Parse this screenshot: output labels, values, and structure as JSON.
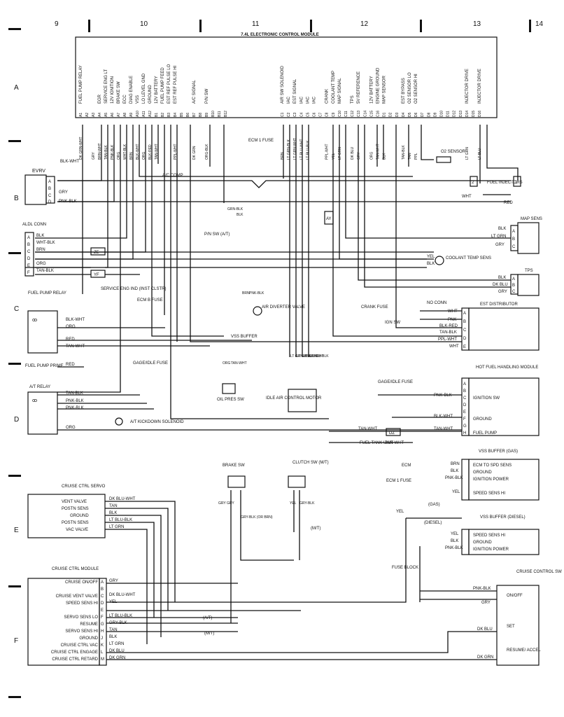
{
  "grid": {
    "columns": [
      "9",
      "10",
      "11",
      "12",
      "13",
      "14"
    ],
    "rows": [
      "A",
      "B",
      "C",
      "D",
      "E",
      "F"
    ]
  },
  "ecm": {
    "title": "7.4L ELECTRONIC CONTROL MODULE",
    "pins_left": [
      {
        "pin": "A1",
        "label": "FUEL PUMP RELAY",
        "wire": "DK GRN-WHT"
      },
      {
        "pin": "A2",
        "label": "",
        "wire": ""
      },
      {
        "pin": "A3",
        "label": "",
        "wire": "GRY"
      },
      {
        "pin": "A4",
        "label": "EGR",
        "wire": "BRN-WHT"
      },
      {
        "pin": "A5",
        "label": "SERVICE ENG LT",
        "wire": "TAN-BLK"
      },
      {
        "pin": "A6",
        "label": "12V IGNITION",
        "wire": "PNK-BLK"
      },
      {
        "pin": "A7",
        "label": "BRAKE SW",
        "wire": "ORG"
      },
      {
        "pin": "A8",
        "label": "ECC",
        "wire": "WHT-BLK"
      },
      {
        "pin": "A9",
        "label": "DIAG ENABLE",
        "wire": "BRN"
      },
      {
        "pin": "A10",
        "label": "VSS",
        "wire": "BLK-WHT"
      },
      {
        "pin": "A11",
        "label": "LO LEVEL GND",
        "wire": "ORG"
      },
      {
        "pin": "A12",
        "label": "GROUND",
        "wire": "BLK-RED"
      },
      {
        "pin": "B1",
        "label": "12V BATTERY",
        "wire": "TAN-WHT"
      },
      {
        "pin": "B2",
        "label": "FUEL PUMP FEED",
        "wire": ""
      },
      {
        "pin": "B3",
        "label": "EST REF PULSE LO",
        "wire": ""
      },
      {
        "pin": "B4",
        "label": "EST REF PULSE HI",
        "wire": "PPL-WHT"
      },
      {
        "pin": "B5",
        "label": "",
        "wire": ""
      },
      {
        "pin": "B6",
        "label": "",
        "wire": ""
      },
      {
        "pin": "B7",
        "label": "A/C SIGNAL",
        "wire": "DK GRN"
      },
      {
        "pin": "B8",
        "label": "",
        "wire": ""
      },
      {
        "pin": "B9",
        "label": "P/N SW",
        "wire": "ORG-BLK"
      },
      {
        "pin": "B10",
        "label": "",
        "wire": ""
      },
      {
        "pin": "B11",
        "label": "",
        "wire": ""
      },
      {
        "pin": "B12",
        "label": "",
        "wire": ""
      }
    ],
    "pins_right": [
      {
        "pin": "C1",
        "label": "AIR SW SOLENOID",
        "wire": "BRN"
      },
      {
        "pin": "C2",
        "label": "IAC",
        "wire": "LT GRN-BLK"
      },
      {
        "pin": "C3",
        "label": "EST SIGNAL",
        "wire": "LT GRN-WHT"
      },
      {
        "pin": "C4",
        "label": "IAC",
        "wire": "LT BLU-WHT"
      },
      {
        "pin": "C5",
        "label": "IAC",
        "wire": "LT BLU-BLK"
      },
      {
        "pin": "C6",
        "label": "IAC",
        "wire": ""
      },
      {
        "pin": "C7",
        "label": "",
        "wire": ""
      },
      {
        "pin": "C8",
        "label": "CRANK",
        "wire": "PPL-WHT"
      },
      {
        "pin": "C9",
        "label": "COOLANT TEMP",
        "wire": "YEL"
      },
      {
        "pin": "C10",
        "label": "MAP SIGNAL",
        "wire": "LT GRN"
      },
      {
        "pin": "C11",
        "label": "",
        "wire": ""
      },
      {
        "pin": "C12",
        "label": "TPS",
        "wire": "DK BLU"
      },
      {
        "pin": "C13",
        "label": "5V REFERENCE",
        "wire": "GRY"
      },
      {
        "pin": "C14",
        "label": "",
        "wire": ""
      },
      {
        "pin": "C15",
        "label": "12V BATTERY",
        "wire": "ORG"
      },
      {
        "pin": "C16",
        "label": "ENGINE GROUND",
        "wire": "TAN-WHT"
      },
      {
        "pin": "D1",
        "label": "MAP SENSOR",
        "wire": "BLK"
      },
      {
        "pin": "D2",
        "label": "",
        "wire": ""
      },
      {
        "pin": "D3",
        "label": "",
        "wire": ""
      },
      {
        "pin": "D4",
        "label": "EST BYPASS",
        "wire": "TAN-BLK"
      },
      {
        "pin": "D5",
        "label": "O2 SENSOR LO",
        "wire": "TAN"
      },
      {
        "pin": "D6",
        "label": "O2 SENSOR HI",
        "wire": "PPL"
      },
      {
        "pin": "D7",
        "label": "",
        "wire": ""
      },
      {
        "pin": "D8",
        "label": "",
        "wire": ""
      },
      {
        "pin": "D9",
        "label": "",
        "wire": ""
      },
      {
        "pin": "D10",
        "label": "",
        "wire": ""
      },
      {
        "pin": "D11",
        "label": "",
        "wire": ""
      },
      {
        "pin": "D12",
        "label": "",
        "wire": ""
      },
      {
        "pin": "D13",
        "label": "",
        "wire": ""
      },
      {
        "pin": "D14",
        "label": "INJECTOR DRIVE",
        "wire": "LT GRN"
      },
      {
        "pin": "D15",
        "label": "",
        "wire": ""
      },
      {
        "pin": "D16",
        "label": "INJECTOR DRIVE",
        "wire": "LT BLU"
      }
    ]
  },
  "components": {
    "evrv": {
      "name": "EVRV",
      "pins": [
        "A",
        "B",
        "C",
        "D"
      ],
      "wires": [
        "BLK-WHT",
        "GRY",
        "PNK-BLK"
      ]
    },
    "aldl": {
      "name": "ALDL CONN",
      "pins": [
        "A",
        "B",
        "C",
        "D",
        "E",
        "F"
      ],
      "wires": [
        "BLK",
        "WHT-BLK",
        "BRN",
        "ORG",
        "TAN-BLK"
      ]
    },
    "ze": "ZE",
    "yf": "YF",
    "ay": "AY",
    "dz": "DZ",
    "fuel_pump_relay": {
      "name": "FUEL PUMP RELAY",
      "wires": [
        "BLK-WHT",
        "ORG",
        "RED",
        "TAN-WHT"
      ]
    },
    "fuel_pump_prime": {
      "name": "FUEL PUMP PRIME",
      "wire": "RED"
    },
    "at_relay": {
      "name": "A/T RELAY",
      "wires": [
        "TAN-BLK",
        "PNK-BLK",
        "PNK-BLK",
        "ORG"
      ]
    },
    "at_kickdown": "A/T KICKDOWN SOLENOID",
    "ecm1_fuse": "ECM 1 FUSE",
    "ac_comp": "A/C COMP",
    "pn_sw": {
      "name": "P/N SW (A/T)",
      "wires": [
        "GRN-BLK",
        "BLK"
      ]
    },
    "service_eng": "SERVICE ENG IND (INST CLSTR)",
    "ecm_b_fuse": "ECM B FUSE",
    "air_valve": {
      "name": "AIR DIVERTER VALVE",
      "wires": [
        "BRN",
        "PNK-BLK"
      ]
    },
    "vss_buffer_link": "VSS BUFFER",
    "crank_fuse": "CRANK FUSE",
    "gage_idle_fuse": "GAGE/IDLE FUSE",
    "oil_pres": {
      "name": "OIL PRES SW",
      "wires": [
        "ORG",
        "TAN-WHT"
      ]
    },
    "iac_motor": {
      "name": "IDLE AIR CONTROL MOTOR",
      "wires": [
        "LT GRN-BLK",
        "LT GRN-WHT",
        "LT BLU-WHT",
        "LT BLU-BLK"
      ]
    },
    "o2_sensor": "O2 SENSOR",
    "fuel_injectors": {
      "name": "FUEL INJECTORS",
      "pins": [
        "2",
        "1"
      ],
      "wires": [
        "WHT",
        "RED"
      ]
    },
    "map_sens": {
      "name": "MAP SENS",
      "pins": [
        "A",
        "B",
        "C"
      ],
      "wires": [
        "BLK",
        "LT GRN",
        "GRY"
      ]
    },
    "coolant_temp": {
      "name": "COOLANT TEMP SENS",
      "wires": [
        "YEL",
        "BLK"
      ]
    },
    "tps": {
      "name": "TPS",
      "pins": [
        "A",
        "B",
        "C"
      ],
      "wires": [
        "BLK",
        "DK BLU",
        "GRY"
      ]
    },
    "no_conn": "NO CONN",
    "est_distributor": {
      "name": "EST DISTRIBUTOR",
      "pins": [
        "A",
        "B",
        "C",
        "D",
        "E"
      ],
      "wires": [
        "WHT",
        "PNK",
        "BLK-RED",
        "TAN-BLK",
        "PPL-WHT",
        "WHT"
      ],
      "ign_sw": "IGN SW"
    },
    "hot_fuel": {
      "name": "HOT FUEL HANDLING MODULE",
      "pins": [
        "A",
        "B",
        "C",
        "D",
        "E",
        "F",
        "G",
        "H"
      ],
      "labels": [
        "IGNITION SW",
        "GROUND",
        "FUEL PUMP"
      ],
      "wires": [
        "PNK-BLK",
        "BLK-WHT",
        "TAN-WHT"
      ],
      "fuse": "GAGE/IDLE FUSE"
    },
    "fuel_tank": {
      "name": "FUEL TANK UNIT",
      "wires": [
        "TAN-WHT",
        "TAN-WHT"
      ]
    },
    "vss_gas": {
      "name": "VSS BUFFER (GAS)",
      "labels": [
        "ECM TO SPD SENS",
        "GROUND",
        "IGNITION POWER",
        "SPEED SENS HI"
      ],
      "wires": [
        "BRN",
        "BLK",
        "PNK-BLK",
        "YEL"
      ],
      "ext": [
        "ECM",
        "ECM 1 FUSE"
      ]
    },
    "vss_diesel": {
      "name": "VSS BUFFER (DIESEL)",
      "labels": [
        "SPEED SENS HI",
        "GROUND",
        "IGNITION POWER"
      ],
      "wires": [
        "YEL",
        "BLK",
        "PNK-BLK"
      ]
    },
    "gas_label": "(GAS)",
    "diesel_label": "(DIESEL)",
    "yel": "YEL",
    "fuse_block": "FUSE BLOCK",
    "cruise_servo": {
      "name": "CRUISE CTRL SERVO",
      "labels": [
        "VENT VALVE",
        "POSTN SENS",
        "GROUND",
        "POSTN SENS",
        "VAC VALVE"
      ],
      "wires": [
        "DK BLU-WHT",
        "TAN",
        "BLK",
        "LT BLU-BLK",
        "LT GRN"
      ]
    },
    "brake_sw": {
      "name": "BRAKE SW",
      "wires": [
        "GRY",
        "GRY",
        "GRY-BLK (OR BRN)"
      ]
    },
    "clutch_sw": {
      "name": "CLUTCH SW (M/T)",
      "wires": [
        "YEL",
        "GRY-BLK"
      ],
      "mt": "(M/T)"
    },
    "cruise_module": {
      "name": "CRUISE CTRL MODULE",
      "pins": [
        "A",
        "B",
        "C",
        "D",
        "E",
        "F",
        "G",
        "H",
        "J",
        "K",
        "L",
        "M"
      ],
      "labels": [
        "CRUISE ON/OFF",
        "CRUISE VENT VALVE",
        "SPEED SENS HI",
        "SERVO SENS LO",
        "RESUME",
        "SERVO SENS HI",
        "GROUND",
        "CRUISE CTRL VAC",
        "CRUISE CTRL ENGAGE",
        "CRUISE CTRL RETARD"
      ],
      "wires": [
        "GRY",
        "DK BLU-WHT",
        "YEL",
        "LT BLU-BLK",
        "GRY-BLK",
        "TAN",
        "BLK",
        "LT GRN",
        "DK BLU",
        "DK GRN"
      ],
      "at": "(A/T)",
      "mt": "(M/T)"
    },
    "cruise_sw": {
      "name": "CRUISE CONTROL SW",
      "labels": [
        "ON/OFF",
        "SET",
        "RESUME/ ACCEL"
      ],
      "wires": [
        "PNK-BLK",
        "GRY",
        "DK BLU",
        "DK GRN"
      ]
    }
  }
}
